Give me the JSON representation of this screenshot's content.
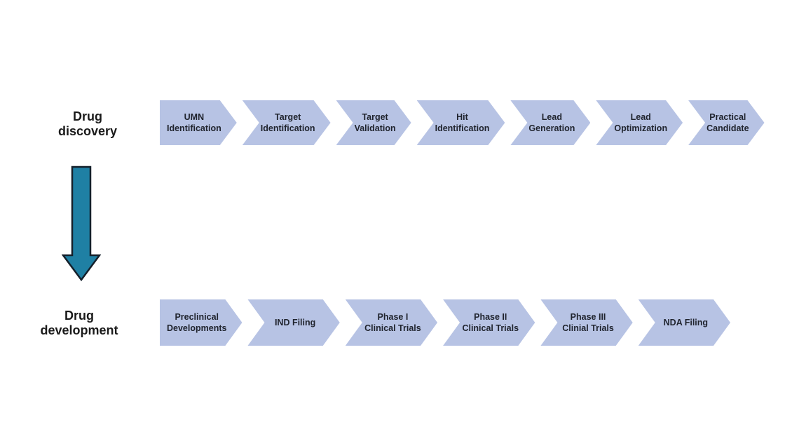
{
  "colors": {
    "chevron_fill": "#b7c3e4",
    "chevron_text": "#20242e",
    "label_text": "#1a1a1a",
    "arrow_fill": "#1f80a4",
    "arrow_outline": "#14202b",
    "page_bg": "#ffffff"
  },
  "rows": [
    {
      "label": "Drug\ndiscovery",
      "steps": [
        "UMN\nIdentification",
        "Target\nIdentification",
        "Target\nValidation",
        "Hit\nIdentification",
        "Lead\nGeneration",
        "Lead\nOptimization",
        "Practical\nCandidate"
      ]
    },
    {
      "label": "Drug\ndevelopment",
      "steps": [
        "Preclinical\nDevelopments",
        "IND Filing",
        "Phase I\nClinical Trials",
        "Phase II\nClinical Trials",
        "Phase III\nClinial Trials",
        "NDA Filing"
      ]
    }
  ],
  "connector": {
    "icon": "down-arrow"
  }
}
